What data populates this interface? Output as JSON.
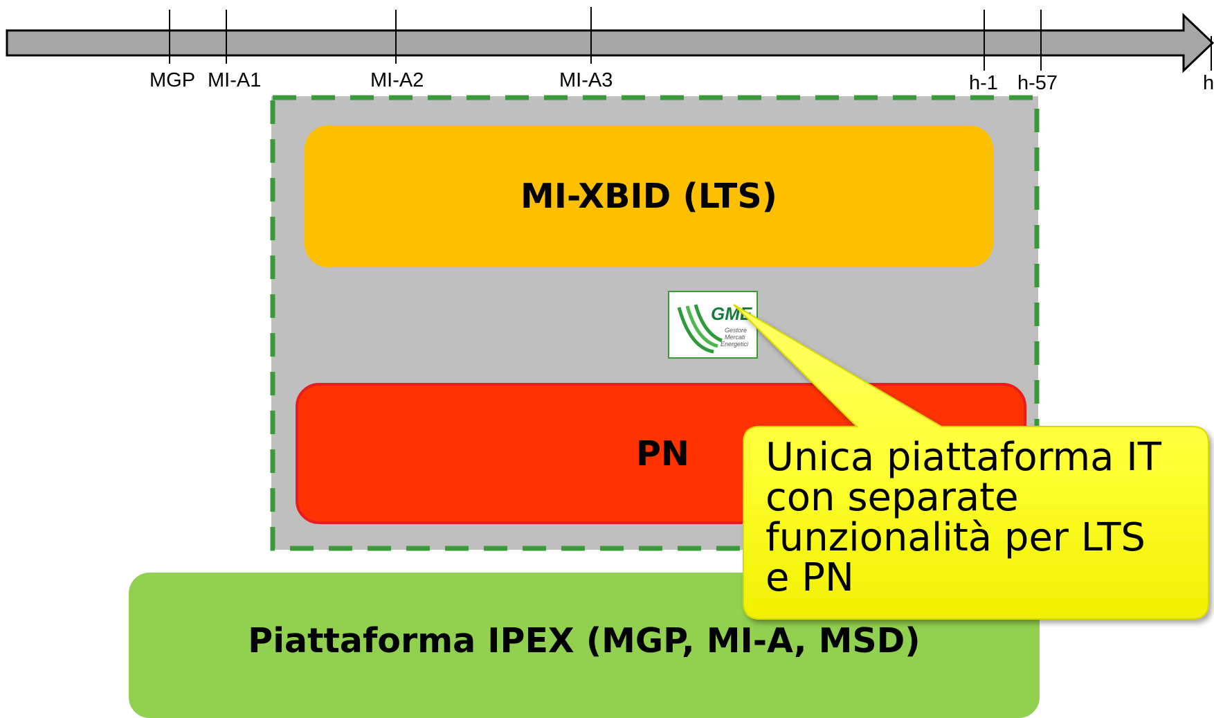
{
  "timeline": {
    "ticks": [
      "MGP",
      "MI-A1",
      "MI-A2",
      "MI-A3",
      "h-1",
      "h-57",
      "h"
    ]
  },
  "blocks": {
    "xbid": "MI-XBID (LTS)",
    "pn": "PN",
    "ipex": "Piattaforma IPEX (MGP, MI-A, MSD)"
  },
  "logo": {
    "text": "GME",
    "subtext": [
      "Gestore",
      "Mercati",
      "Energetici"
    ]
  },
  "callout": {
    "lines": [
      "Unica piattaforma IT",
      "con separate",
      "funzionalità per LTS",
      "e PN"
    ]
  },
  "colors": {
    "timeline_bar": "#a6a6a6",
    "dashed_border": "#3a9a3a",
    "container": "#bfbfbf",
    "xbid": "#fdc000",
    "pn": "#ff3300",
    "ipex": "#92d050",
    "callout": "#ffff33"
  }
}
